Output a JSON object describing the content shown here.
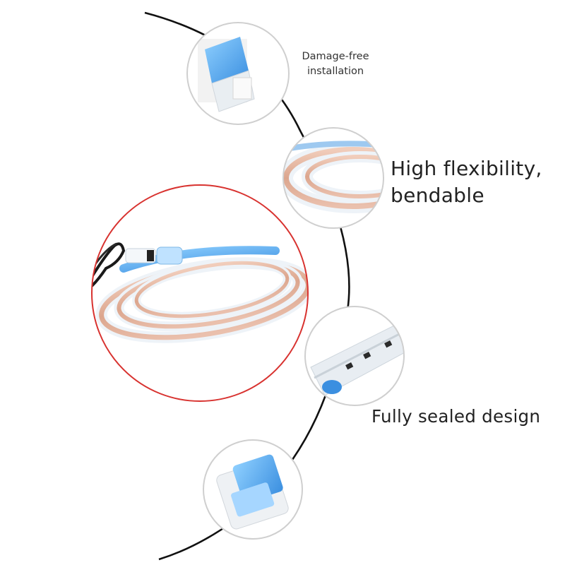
{
  "features": {
    "damage_free": {
      "line1": "Damage-free",
      "line2": "installation"
    },
    "flexibility": {
      "line1": "High flexibility,",
      "line2": "bendable"
    },
    "sealed": {
      "text": "Fully sealed design"
    }
  },
  "colors": {
    "background": "#ffffff",
    "connector_line": "#111111",
    "bubble_border": "#cfcfcf",
    "highlight_circle": "#d8322f",
    "strip_body": "#eef3f8",
    "strip_copper": "#e3b7a2",
    "adhesive_blue": "#5aa7e8"
  },
  "icons": [
    "led-strip-coil",
    "adhesive-connector",
    "bendable-strip",
    "sealed-led-strip",
    "end-cap"
  ]
}
